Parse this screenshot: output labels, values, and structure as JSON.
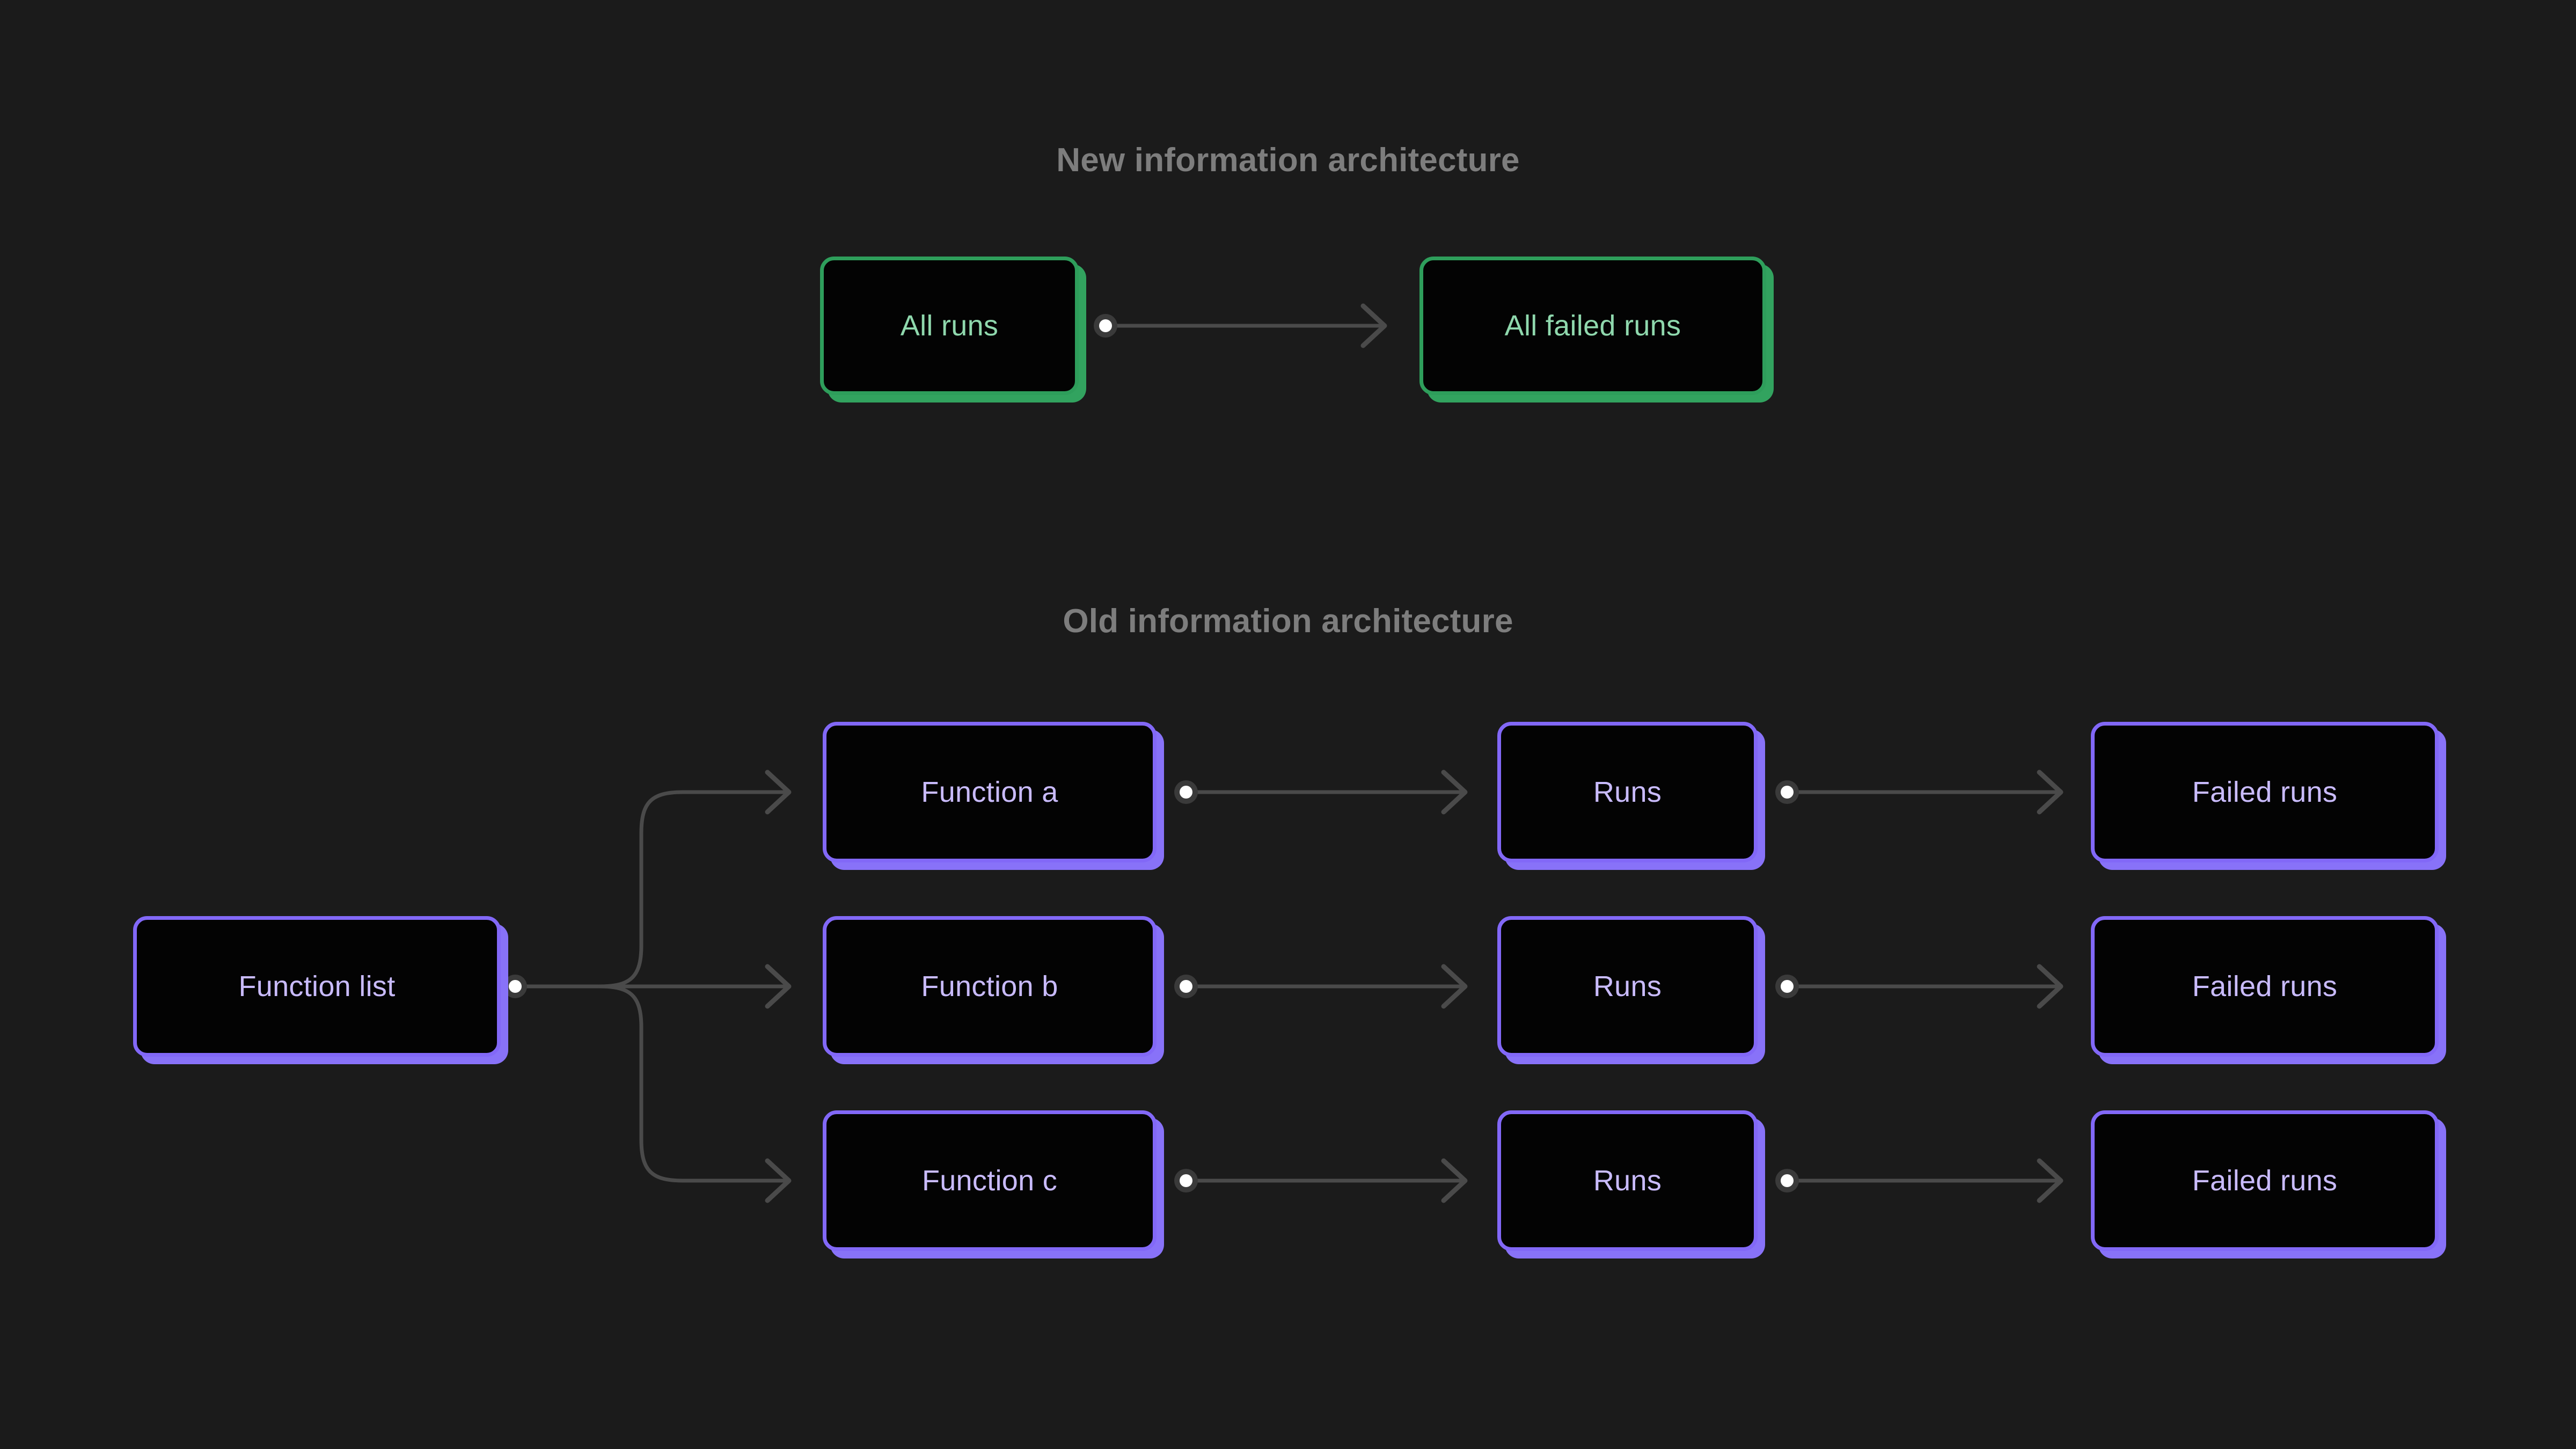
{
  "background_color": "#1b1b1b",
  "palette": {
    "green_border": "#2e9e5b",
    "green_shadow": "#32a35f",
    "green_text": "#8fd8ad",
    "purple_border": "#8268f7",
    "purple_shadow": "#8872f8",
    "purple_text": "#c9bbfd",
    "node_fill": "#030303",
    "title_text": "#7d7d7d",
    "connector_line": "#4a4a4a",
    "connector_dot": "#ffffff"
  },
  "sections": [
    {
      "id": "new-architecture",
      "title": "New information architecture",
      "accent": "green",
      "nodes": [
        {
          "id": "all-runs",
          "label": "All runs",
          "column": 1,
          "row": 1
        },
        {
          "id": "all-failed-runs",
          "label": "All failed runs",
          "column": 2,
          "row": 1
        }
      ],
      "edges": [
        {
          "from": "all-runs",
          "to": "all-failed-runs",
          "type": "straight",
          "arrow": true,
          "origin_dot": true
        }
      ]
    },
    {
      "id": "old-architecture",
      "title": "Old information architecture",
      "accent": "purple",
      "nodes": [
        {
          "id": "function-list",
          "label": "Function list",
          "column": 1,
          "row": 2
        },
        {
          "id": "function-a",
          "label": "Function a",
          "column": 2,
          "row": 1
        },
        {
          "id": "function-b",
          "label": "Function b",
          "column": 2,
          "row": 2
        },
        {
          "id": "function-c",
          "label": "Function c",
          "column": 2,
          "row": 3
        },
        {
          "id": "runs-a",
          "label": "Runs",
          "column": 3,
          "row": 1
        },
        {
          "id": "runs-b",
          "label": "Runs",
          "column": 3,
          "row": 2
        },
        {
          "id": "runs-c",
          "label": "Runs",
          "column": 3,
          "row": 3
        },
        {
          "id": "failed-runs-a",
          "label": "Failed runs",
          "column": 4,
          "row": 1
        },
        {
          "id": "failed-runs-b",
          "label": "Failed runs",
          "column": 4,
          "row": 2
        },
        {
          "id": "failed-runs-c",
          "label": "Failed runs",
          "column": 4,
          "row": 3
        }
      ],
      "edges": [
        {
          "from": "function-list",
          "to": "function-a",
          "type": "branch-up",
          "arrow": true,
          "origin_dot": true
        },
        {
          "from": "function-list",
          "to": "function-b",
          "type": "branch-level",
          "arrow": true,
          "origin_dot": false
        },
        {
          "from": "function-list",
          "to": "function-c",
          "type": "branch-down",
          "arrow": true,
          "origin_dot": false
        },
        {
          "from": "function-a",
          "to": "runs-a",
          "type": "straight",
          "arrow": true,
          "origin_dot": true
        },
        {
          "from": "function-b",
          "to": "runs-b",
          "type": "straight",
          "arrow": true,
          "origin_dot": true
        },
        {
          "from": "function-c",
          "to": "runs-c",
          "type": "straight",
          "arrow": true,
          "origin_dot": true
        },
        {
          "from": "runs-a",
          "to": "failed-runs-a",
          "type": "straight",
          "arrow": true,
          "origin_dot": true
        },
        {
          "from": "runs-b",
          "to": "failed-runs-b",
          "type": "straight",
          "arrow": true,
          "origin_dot": true
        },
        {
          "from": "runs-c",
          "to": "failed-runs-c",
          "type": "straight",
          "arrow": true,
          "origin_dot": true
        }
      ]
    }
  ]
}
